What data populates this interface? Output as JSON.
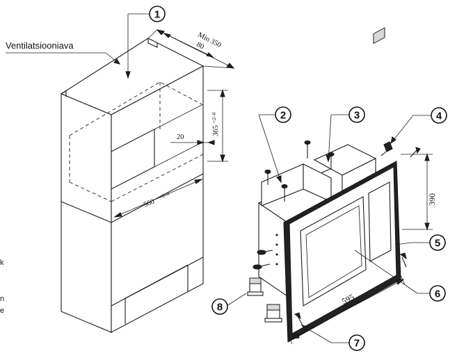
{
  "vent_label": "Ventilatsiooniava",
  "dimensions": {
    "min_depth": "Min 350",
    "vent_width": "80",
    "gap": "20",
    "cavity_height": "365",
    "cavity_height_tol": "+2/-0",
    "cavity_width": "560",
    "cavity_width_tol": "+2/-0",
    "frame_height": "390",
    "frame_width": "595"
  },
  "callouts": [
    "1",
    "2",
    "3",
    "4",
    "5",
    "6",
    "7",
    "8"
  ],
  "edge_fragments": [
    "k",
    "n",
    "e"
  ]
}
